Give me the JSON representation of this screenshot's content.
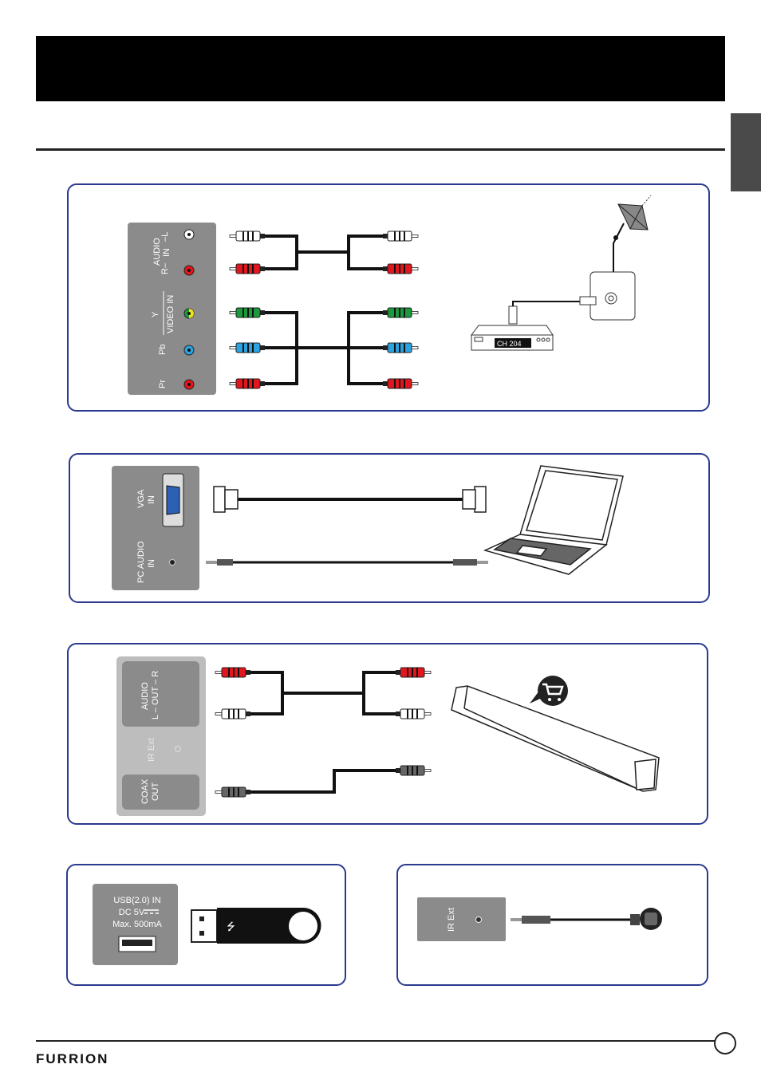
{
  "header": {
    "title": ""
  },
  "section1": {
    "audio_in": "AUDIO",
    "audio_in2": "IN",
    "audio_r": "R–",
    "audio_l": "–L",
    "video_in": "VIDEO IN",
    "y": "Y",
    "pb": "Pb",
    "pr": "Pr",
    "stb_display": "CH 204"
  },
  "section2": {
    "vga_in": "VGA",
    "vga_in2": "IN",
    "pc_audio": "PC AUDIO",
    "pc_audio2": "IN"
  },
  "section3": {
    "audio_out": "AUDIO",
    "audio_out2": "L – OUT – R",
    "ir_ext": "IR Ext",
    "coax_out": "COAX",
    "coax_out2": "OUT"
  },
  "section4": {
    "usb_line1": "USB(2.0) IN",
    "usb_line2": "DC 5V",
    "usb_line3": "Max. 500mA"
  },
  "section5": {
    "ir_ext": "IR Ext"
  },
  "footer": {
    "brand": "FURRION",
    "page_number": ""
  },
  "colors": {
    "panel_border": "#2b3a8f",
    "port_panel": "#8b8b8b",
    "red": "#e3161d",
    "green": "#1a9a3c",
    "blue": "#2aa3e0",
    "yellow": "#f2e21a",
    "orange": "#f08a12"
  }
}
